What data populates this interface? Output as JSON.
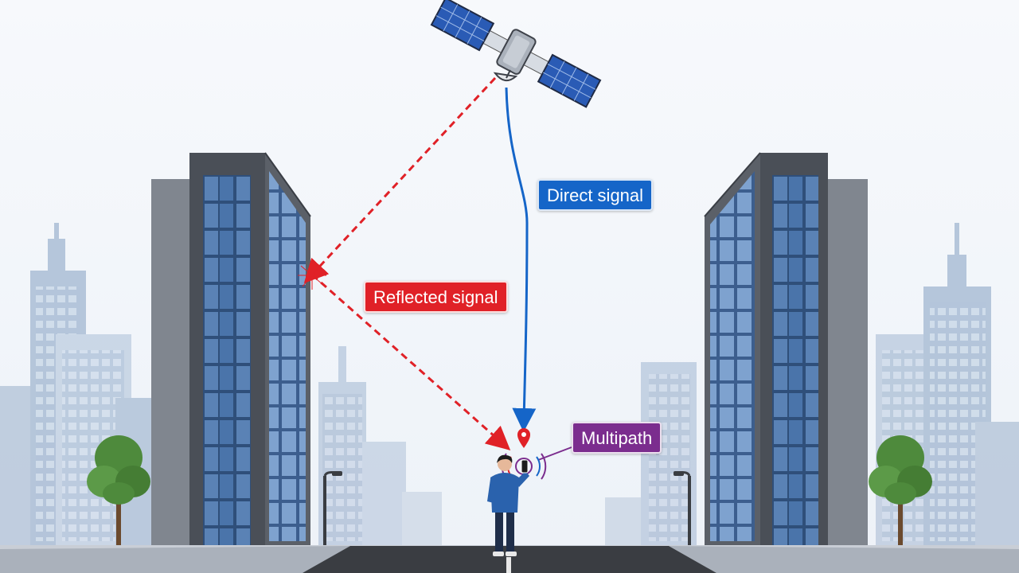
{
  "labels": {
    "direct": "Direct signal",
    "reflected": "Reflected signal",
    "multipath": "Multipath"
  },
  "colors": {
    "sky": "#f3f6fa",
    "direct_signal": "#1565c8",
    "reflected_signal": "#e02127",
    "multipath": "#7b2d8e",
    "building_dark": "#4a4f57",
    "building_glass": "#3f6aa3",
    "skyline": "#b9c8dc",
    "road": "#3a3d42",
    "tree": "#4e8a3c"
  },
  "icons": {
    "satellite": "satellite-icon",
    "location_pin": "location-pin-icon",
    "signal_waves": "signal-waves-icon",
    "person": "person-with-phone-icon",
    "tree": "tree-icon",
    "streetlight": "streetlight-icon"
  }
}
